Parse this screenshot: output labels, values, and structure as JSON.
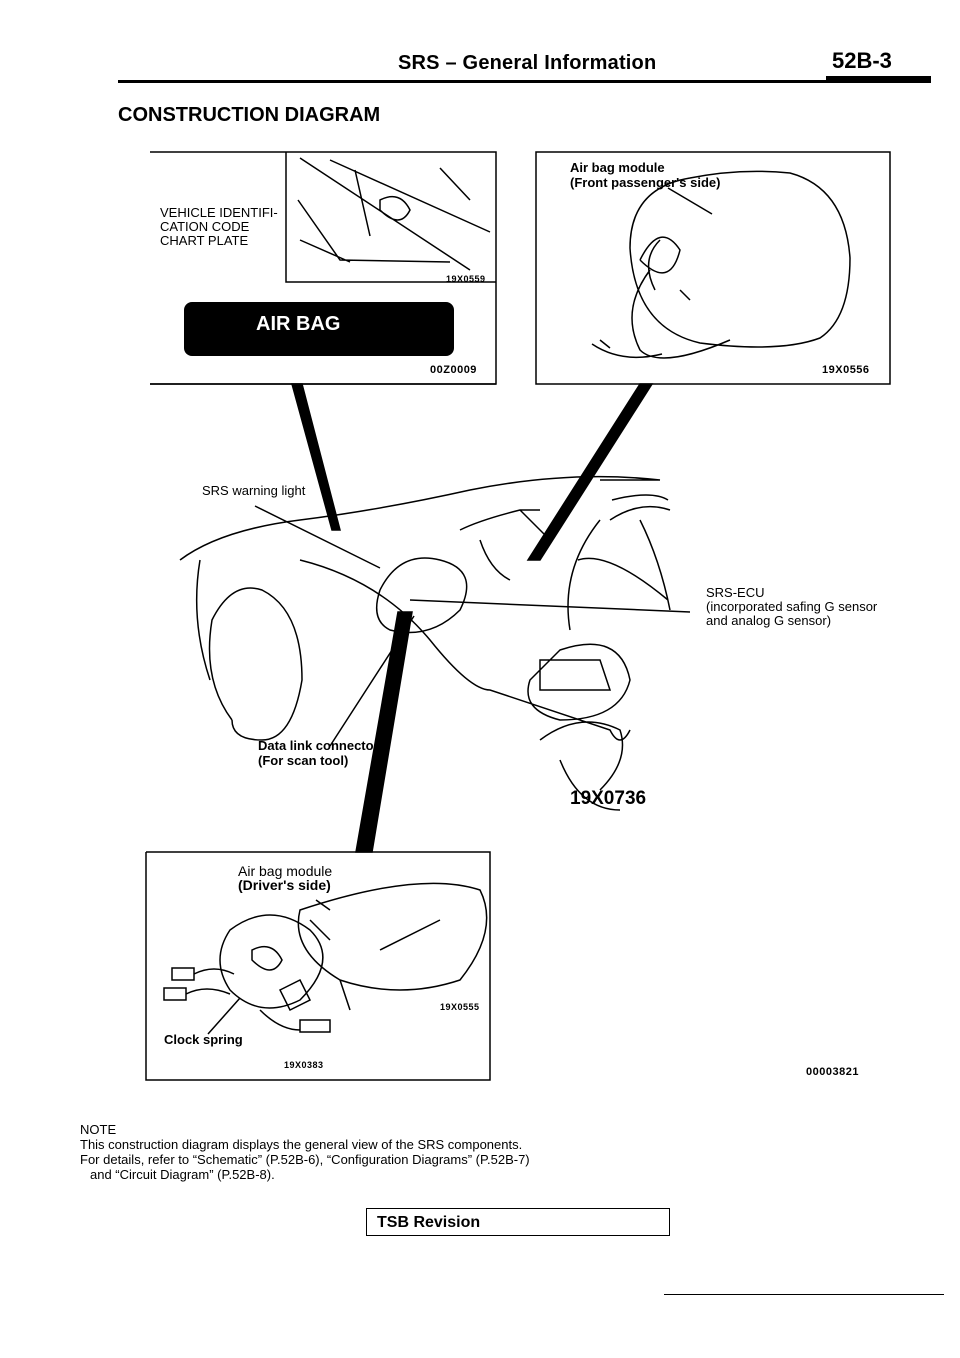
{
  "header": {
    "title": "SRS – General Information",
    "page": "52B-3"
  },
  "section_title": "CONSTRUCTION DIAGRAM",
  "callouts": {
    "vehicle_code_plate": [
      "VEHICLE IDENTIFI-",
      "CATION CODE",
      "CHART PLATE"
    ],
    "airbag_badge": "AIR BAG",
    "front_module": [
      "Air bag module",
      "(Front passenger's side)"
    ],
    "warning_light": "SRS warning light",
    "srs_ecu": [
      "SRS-ECU",
      "(incorporated safing G sensor",
      "and analog G sensor)"
    ],
    "data_link": [
      "Data link connector",
      "(For scan tool)"
    ],
    "driver_module": [
      "Air bag module",
      "(Driver's side)"
    ],
    "clock_spring": "Clock spring"
  },
  "figure_codes": {
    "plate_photo": "19X0559",
    "badge": "00Z0009",
    "front_module": "19X0556",
    "main": "19X0736",
    "driver_module": "19X0555",
    "clock_spring": "19X0383",
    "overall": "00003821"
  },
  "note": {
    "label": "NOTE",
    "line1": "This construction diagram displays the general view of the SRS components.",
    "line2": "For details, refer to “Schematic” (P.52B-6), “Configuration Diagrams” (P.52B-7)",
    "line3": "and “Circuit Diagram” (P.52B-8)."
  },
  "footer": {
    "tsb": "TSB Revision"
  }
}
